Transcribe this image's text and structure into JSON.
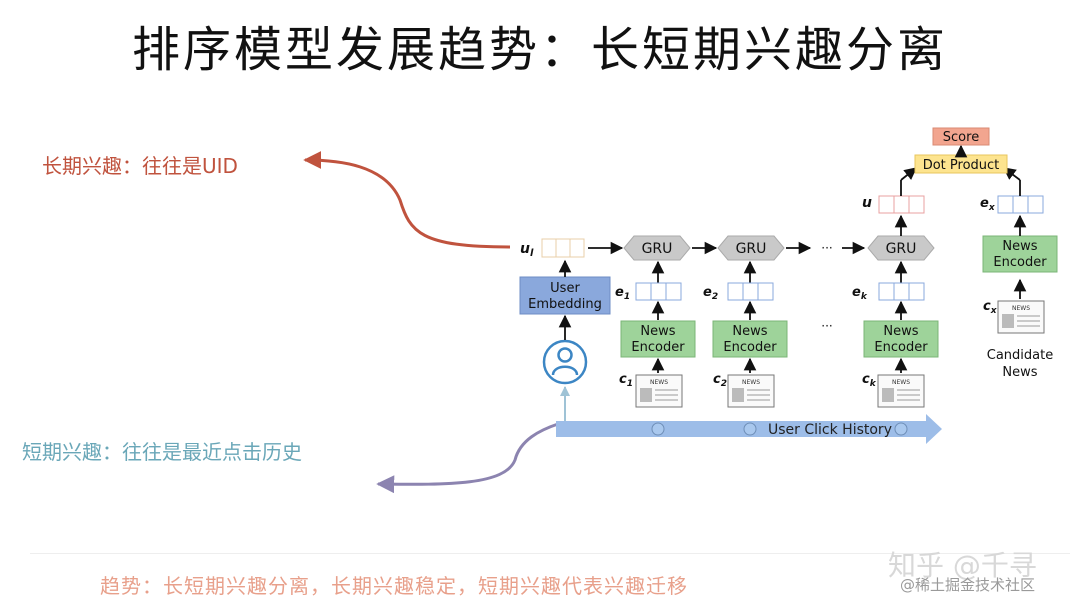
{
  "title": "排序模型发展趋势：长短期兴趣分离",
  "notes": {
    "long_term": "长期兴趣：往往是UID",
    "short_term": "短期兴趣：往往是最近点击历史"
  },
  "diagram": {
    "score": "Score",
    "dot_product": "Dot Product",
    "gru": "GRU",
    "ellipsis": "···",
    "news_encoder": [
      "News",
      "Encoder"
    ],
    "user_embedding": [
      "User",
      "Embedding"
    ],
    "candidate_news": [
      "Candidate",
      "News"
    ],
    "user_click_history": "User Click History",
    "newspaper": "NEWS",
    "labels": {
      "u_l": "u",
      "u_l_sub": "l",
      "u": "u",
      "e1": "e",
      "e1_sub": "1",
      "e2": "e",
      "e2_sub": "2",
      "ek": "e",
      "ek_sub": "k",
      "ex": "e",
      "ex_sub": "x",
      "c1": "c",
      "c1_sub": "1",
      "c2": "c",
      "c2_sub": "2",
      "ck": "c",
      "ck_sub": "k",
      "cx": "c",
      "cx_sub": "x"
    }
  },
  "bottom_line": "趋势：长短期兴趣分离，长期兴趣稳定，短期兴趣代表兴趣迁移",
  "watermarks": {
    "main": "知乎 @千寻",
    "sub": "@稀土掘金技术社区"
  },
  "colors": {
    "long_term": "#c0533e",
    "short_term": "#6aa7b8",
    "encoder_green": "#9ed39a",
    "user_embed_blue": "#8aa8dc",
    "score_red": "#f2a58f",
    "dot_yellow": "#fde48f",
    "gru_gray": "#c9c9c9",
    "history_blue": "#9dbde8"
  }
}
